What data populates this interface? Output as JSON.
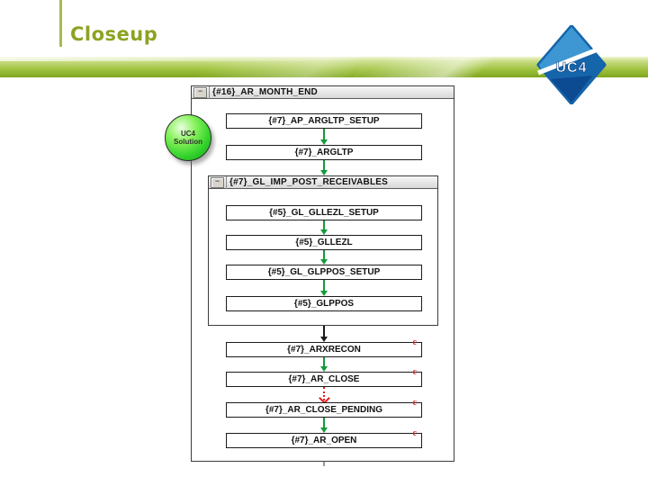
{
  "slide": {
    "title": "Closeup"
  },
  "brand": {
    "logo_text": "UC4"
  },
  "solution_badge": {
    "line1": "UC4",
    "line2": "Solution"
  },
  "workflow": {
    "collapse_glyph": "−",
    "outer_title": "{#16}_AR_MONTH_END",
    "inner_title": "{#7}_GL_IMP_POST_RECEIVABLES",
    "jobs": [
      {
        "label": "{#7}_AP_ARGLTP_SETUP"
      },
      {
        "label": "{#7}_ARGLTP"
      },
      {
        "label": "{#5}_GL_GLLEZL_SETUP"
      },
      {
        "label": "{#5}_GLLEZL"
      },
      {
        "label": "{#5}_GL_GLPPOS_SETUP"
      },
      {
        "label": "{#5}_GLPPOS"
      },
      {
        "label": "{#7}_ARXRECON",
        "badge": "c"
      },
      {
        "label": "{#7}_AR_CLOSE",
        "badge": "c"
      },
      {
        "label": "{#7}_AR_CLOSE_PENDING",
        "badge": "c"
      },
      {
        "label": "{#7}_AR_OPEN",
        "badge": "c"
      }
    ]
  },
  "colors": {
    "title_olive": "#8ca321",
    "band_green": "#7fa51c",
    "arrow_green": "#149a3c",
    "arrow_red": "#e01f1f",
    "logo_blue": "#1565ab",
    "ball_green": "#34d42c"
  }
}
